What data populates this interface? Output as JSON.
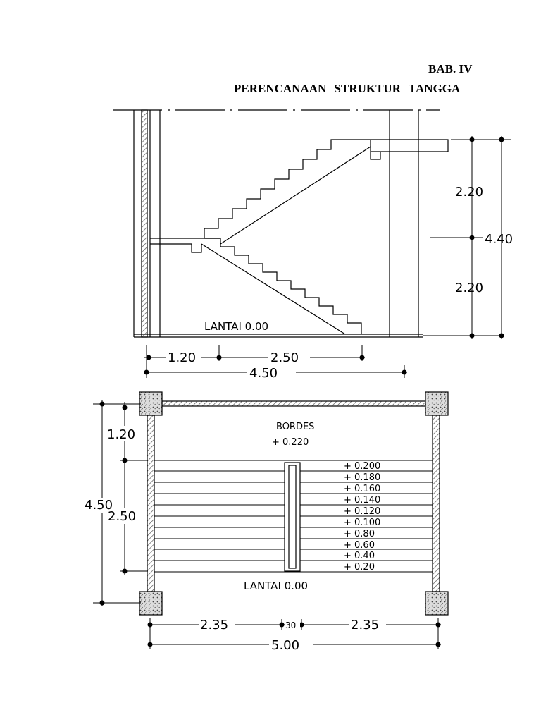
{
  "header": {
    "chapter": "BAB. IV",
    "title": "PERENCANAAN STRUKTUR TANGGA"
  },
  "section": {
    "floor_label": "LANTAI 0.00",
    "dim_vertical": [
      "2.20",
      "2.20",
      "4.40"
    ],
    "dim_horizontal": [
      "1.20",
      "2.50",
      "4.50"
    ]
  },
  "plan": {
    "landing_label": "BORDES",
    "landing_level": "+ 0.220",
    "step_levels": [
      "+ 0.200",
      "+ 0.180",
      "+ 0.160",
      "+ 0.140",
      "+ 0.120",
      "+ 0.100",
      "+ 0.80",
      "+ 0.60",
      "+ 0.40",
      "+ 0.20"
    ],
    "floor_label": "LANTAI 0.00",
    "dim_left": [
      "1.20",
      "2.50",
      "4.50"
    ],
    "dim_bottom": [
      "2.35",
      "30",
      "2.35",
      "5.00"
    ]
  },
  "colors": {
    "line": "#000000",
    "hatch": "#555555",
    "paper": "#ffffff"
  }
}
